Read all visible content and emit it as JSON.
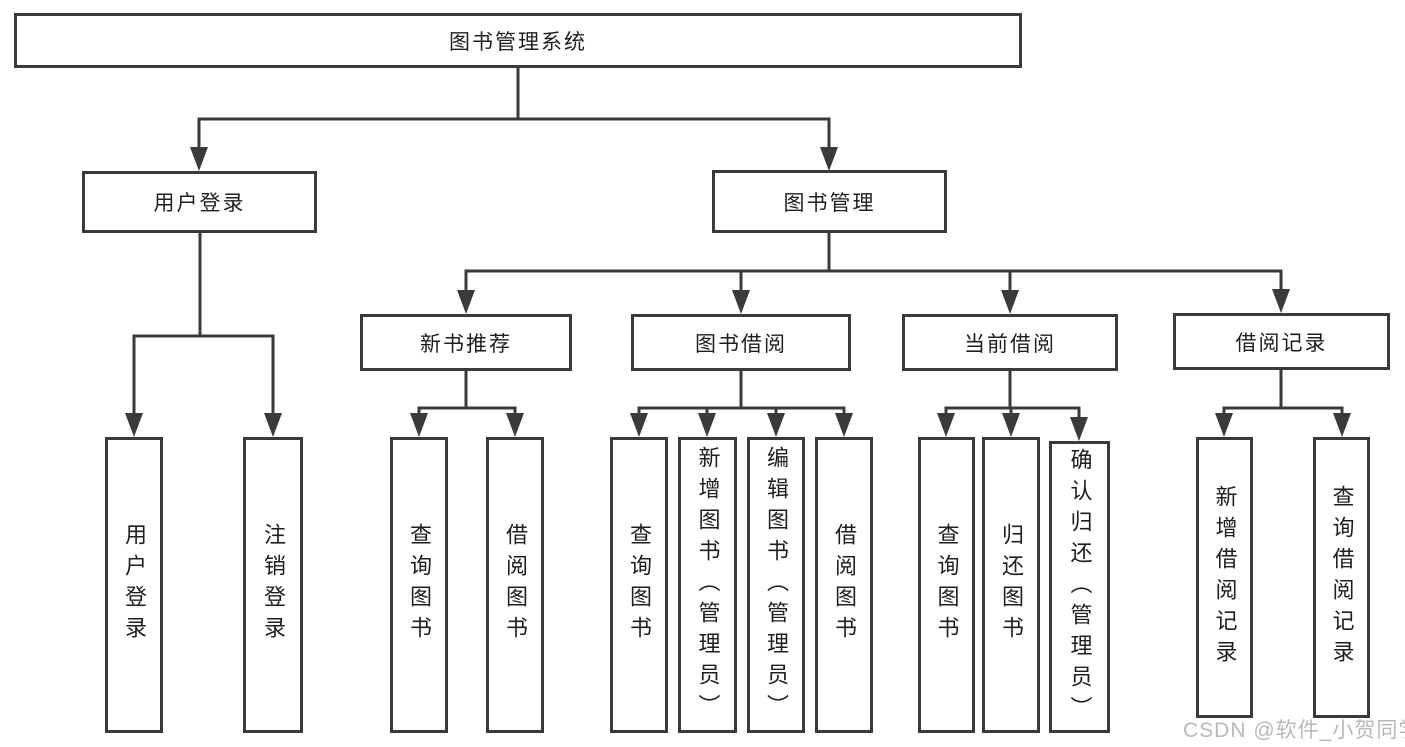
{
  "diagram": {
    "root": "图书管理系统",
    "level2": {
      "user_login": "用户登录",
      "book_management": "图书管理"
    },
    "level3": {
      "new_book_recommend": "新书推荐",
      "book_borrow": "图书借阅",
      "current_borrow": "当前借阅",
      "borrow_record": "借阅记录"
    },
    "leaves": [
      "用户登录",
      "注销登录",
      "查询图书",
      "借阅图书",
      "查询图书",
      "新增图书（管理员）",
      "编辑图书（管理员）",
      "借阅图书",
      "查询图书",
      "归还图书",
      "确认归还（管理员）",
      "新增借阅记录",
      "查询借阅记录"
    ]
  },
  "watermark": "CSDN @软件_小贺同学",
  "colors": {
    "line": "#3a3a3a",
    "text": "#1f1f1f",
    "watermark": "#b9b9b9",
    "background": "#ffffff"
  }
}
